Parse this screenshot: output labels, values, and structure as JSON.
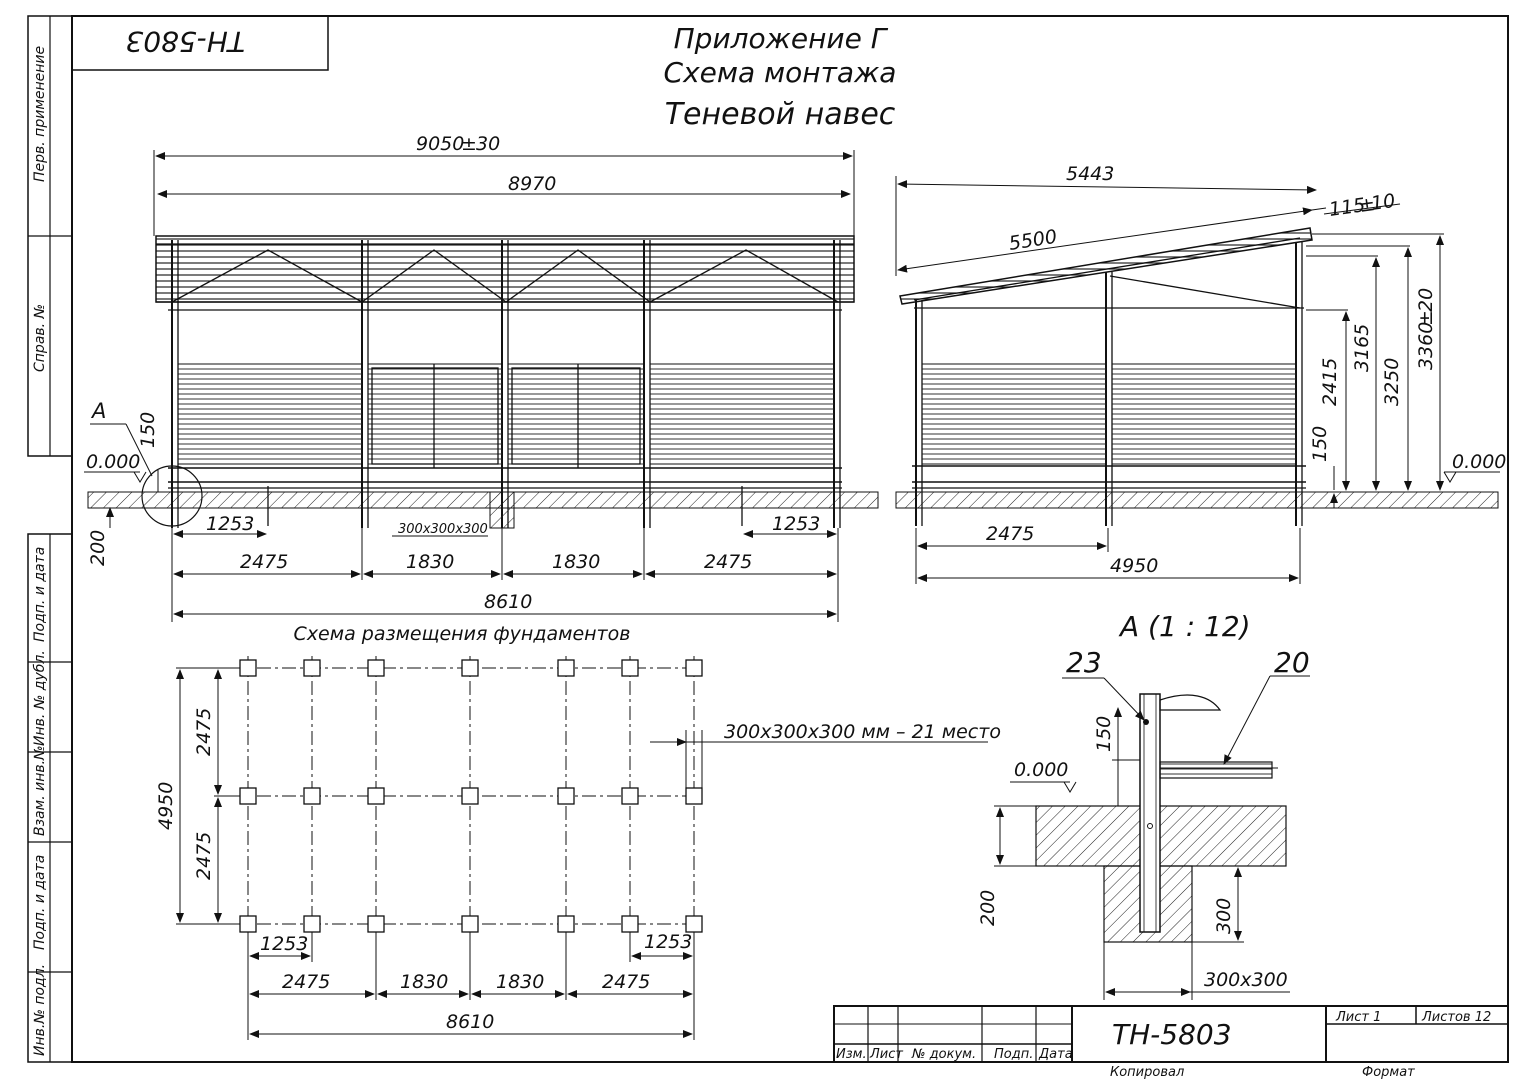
{
  "stamp_top": "ТН-5803",
  "header": {
    "line1": "Приложение Г",
    "line2": "Схема монтажа",
    "line3": "Теневой навес"
  },
  "side_labels": [
    "Перв. применение",
    "Справ. №",
    "Подп. и дата",
    "Инв. № дубл.",
    "Взам. инв.№",
    "Подп. и дата",
    "Инв.№ подл."
  ],
  "front_view": {
    "dim_overall": "9050",
    "dim_overall_tol": "±",
    "dim_overall_tol_val": "30",
    "dim_roof": "8970",
    "dim_base": "8610",
    "spans": [
      "2475",
      "1830",
      "1830",
      "2475"
    ],
    "dim_left_offset": "1253",
    "dim_right_offset": "1253",
    "foundation_label": "300x300x300",
    "callout_a": "А",
    "level_mark": "0.000",
    "dim_150": "150",
    "dim_200": "200"
  },
  "side_view": {
    "dim_top": "5443",
    "dim_slope": "5500",
    "dim_overhang": "115",
    "dim_overhang_tol": "±",
    "dim_overhang_tol_val": "10",
    "dim_2415": "2415",
    "dim_3165": "3165",
    "dim_3250": "3250",
    "dim_3360": "3360",
    "dim_3360_tol": "±",
    "dim_3360_tol_val": "20",
    "dim_150": "150",
    "level_mark": "0.000",
    "dim_2475": "2475",
    "dim_4950": "4950"
  },
  "foundation_plan": {
    "title": "Схема размещения фундаментов",
    "note": "300x300x300 мм – 21 место",
    "dim_depth": "4950",
    "dim_half1": "2475",
    "dim_half2": "2475",
    "dim_offset_left": "1253",
    "dim_offset_right": "1253",
    "spans": [
      "2475",
      "1830",
      "1830",
      "2475"
    ],
    "dim_total": "8610"
  },
  "detail_a": {
    "title": "А (1 : 12)",
    "pos_23": "23",
    "pos_20": "20",
    "dim_150": "150",
    "level_mark": "0.000",
    "dim_200": "200",
    "dim_300": "300",
    "dim_300x300": "300x300"
  },
  "title_block": {
    "doc_code": "ТН-5803",
    "sheet_label": "Лист 1",
    "sheets_label": "Листов 12",
    "col_izm": "Изм.",
    "col_list": "Лист",
    "col_doc": "№ докум.",
    "col_sign": "Подп.",
    "col_date": "Дата",
    "copied": "Копировал",
    "format": "Формат"
  }
}
